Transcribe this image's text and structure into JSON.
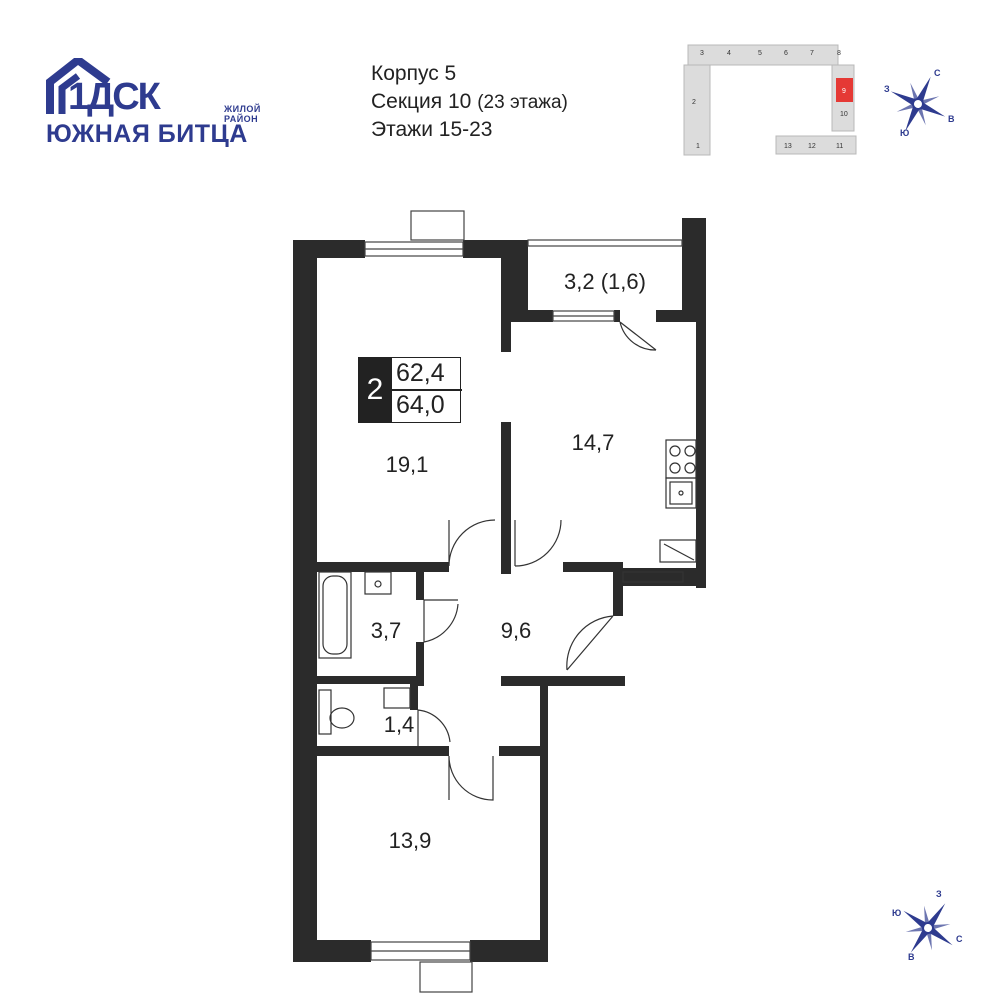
{
  "logo": {
    "brand": "1ДСК",
    "tagline": "ЖИЛОЙ РАЙОН",
    "district": "ЮЖНАЯ БИТЦА"
  },
  "header": {
    "building": "Корпус 5",
    "section_label": "Секция 10",
    "section_floors": "(23 этажа)",
    "floors": "Этажи 15-23"
  },
  "key_plan": {
    "sections_top": [
      "3",
      "4",
      "5",
      "6",
      "7",
      "8"
    ],
    "sections_left": [
      "2",
      "1"
    ],
    "sections_right": [
      "9",
      "10"
    ],
    "sections_bottom": [
      "13",
      "12",
      "11"
    ],
    "highlighted": "9",
    "highlight_color": "#e53935"
  },
  "compass": {
    "n": "С",
    "w": "З",
    "e": "В",
    "s": "Ю",
    "color": "#2e3b8f"
  },
  "apartment": {
    "rooms": "2",
    "living_area": "62,4",
    "total_area": "64,0"
  },
  "rooms": {
    "living_room": "19,1",
    "kitchen": "14,7",
    "balcony": "3,2 (1,6)",
    "hall": "9,6",
    "bathroom": "3,7",
    "toilet": "1,4",
    "bedroom": "13,9"
  },
  "colors": {
    "wall": "#2b2b2b",
    "brand": "#2e3b8f"
  }
}
